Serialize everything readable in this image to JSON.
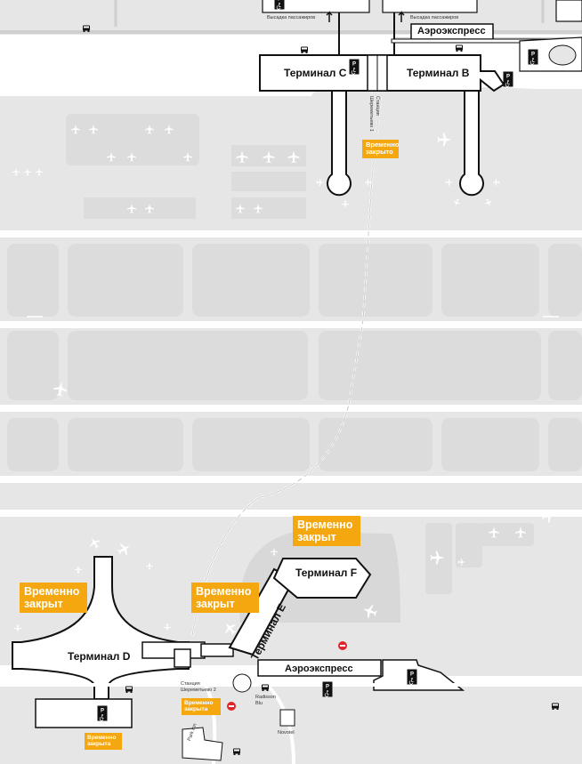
{
  "terminals": {
    "c": "Терминал C",
    "b": "Терминал B",
    "d": "Терминал D",
    "e": "Терминал E",
    "f": "Терминал F"
  },
  "aeroexpress": {
    "north": "Аэроэкспресс",
    "south": "Аэроэкспресс"
  },
  "closed_badges": {
    "north_station": "Временно закрыто",
    "terminal_f": "Временно закрыт",
    "terminal_d": "Временно закрыт",
    "terminal_e": "Временно закрыт",
    "station_2": "Временно закрыта",
    "parking_d": "Временно закрыта"
  },
  "labels": {
    "dropoff_left": "Высадка пассажиров",
    "dropoff_right": "Высадка пассажиров",
    "station_1": "Станция Шереметьево 1",
    "station_2": "Станция Шереметьево 2",
    "radisson": "Radisson Blu",
    "novotel": "Novotel",
    "park_inn": "Park Inn",
    "parking": "P"
  },
  "colors": {
    "background": "#ffffff",
    "apron": "#e6e6e6",
    "building": "#ffffff",
    "outline": "#111111",
    "accent_closed": "#f5a70f",
    "no_entry": "#e0262b"
  },
  "icons": [
    "plane-icon",
    "bus-icon",
    "parking-icon",
    "accessible-icon",
    "no-entry-icon",
    "arrow-up-icon"
  ]
}
